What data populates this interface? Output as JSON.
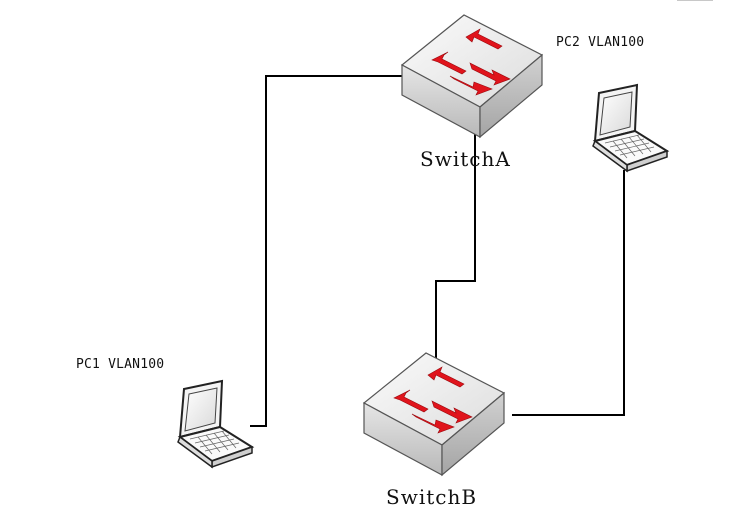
{
  "labels": {
    "pc1": "PC1 VLAN100",
    "pc2": "PC2 VLAN100",
    "switch_a": "SwitchA",
    "switch_b": "SwitchB"
  },
  "colors": {
    "cable": "#000000",
    "switch_body": "#e4e4e4",
    "arrow": "#e0141c"
  }
}
